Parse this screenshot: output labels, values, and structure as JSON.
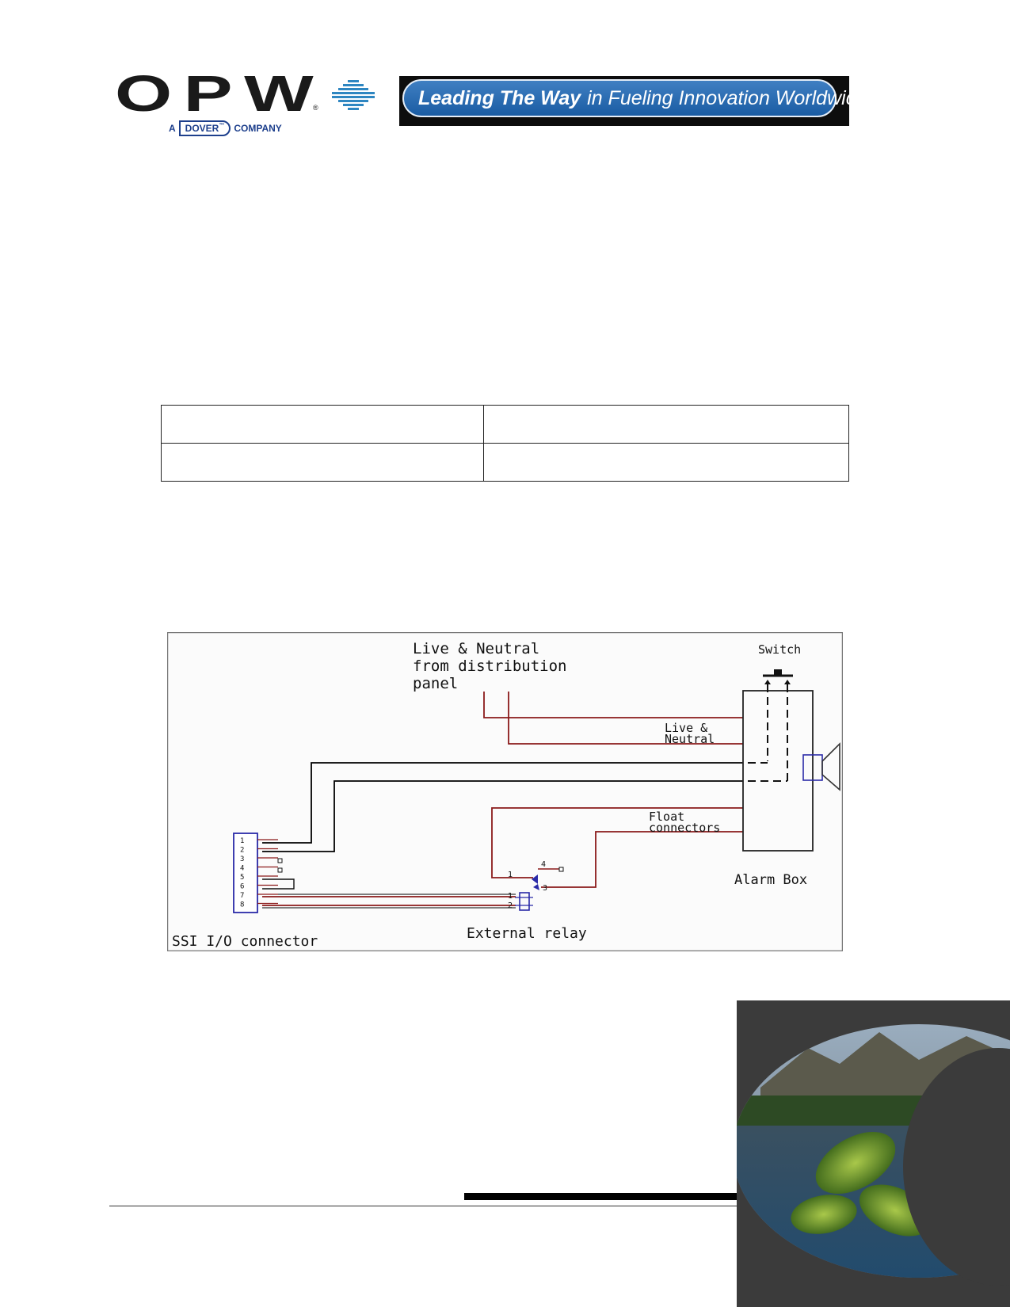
{
  "header": {
    "logo_text": "OPW",
    "logo_registered": "®",
    "logo_prefix": "A",
    "logo_dover": "DOVER",
    "logo_tm": "™",
    "logo_company": "COMPANY",
    "banner_bold": "Leading The Way",
    "banner_rest": "in Fueling Innovation Worldwide"
  },
  "table": {
    "rows": [
      [
        "",
        ""
      ],
      [
        "",
        ""
      ]
    ]
  },
  "diagram": {
    "labels": {
      "live_neutral_1": "Live & Neutral",
      "live_neutral_2": "from distribution",
      "live_neutral_3": "panel",
      "switch": "Switch",
      "live_small_1": "Live &",
      "live_small_2": "Neutral",
      "float_1": "Float",
      "float_2": "connectors",
      "alarm_box": "Alarm Box",
      "external_relay": "External relay",
      "ssi_connector": "SSI I/O connector"
    },
    "connector_pins": [
      "1",
      "2",
      "3",
      "4",
      "5",
      "6",
      "7",
      "8"
    ],
    "relay_pins": [
      "1",
      "2",
      "3",
      "4"
    ],
    "relay_coil_pins": [
      "1",
      "2"
    ],
    "colors": {
      "live_wire": "#8b1a1a",
      "signal_wire": "#000000",
      "connector": "#2a2aa8",
      "relay": "#2a2aa8"
    }
  }
}
